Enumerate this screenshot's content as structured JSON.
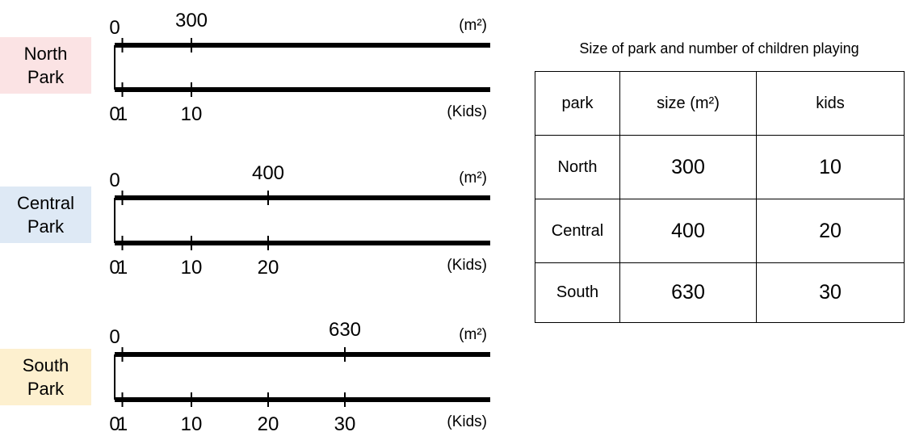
{
  "parks": [
    {
      "label": "North\nPark",
      "bg": "#fbe3e4",
      "area": 300,
      "kids": 10,
      "kid_ticks": [
        "1",
        "10"
      ]
    },
    {
      "label": "Central\nPark",
      "bg": "#dee9f5",
      "area": 400,
      "kids": 20,
      "kid_ticks": [
        "1",
        "10",
        "20"
      ]
    },
    {
      "label": "South\nPark",
      "bg": "#fdf0cf",
      "area": 630,
      "kids": 30,
      "kid_ticks": [
        "1",
        "10",
        "20",
        "30"
      ]
    }
  ],
  "units": {
    "area": "(m²)",
    "kids": "(Kids)",
    "zero": "0"
  },
  "table": {
    "caption": "Size of park and number of children playing",
    "headers": [
      "park",
      "size (m²)",
      "kids"
    ],
    "rows": [
      [
        "North",
        "300",
        "10"
      ],
      [
        "Central",
        "400",
        "20"
      ],
      [
        "South",
        "630",
        "30"
      ]
    ]
  }
}
